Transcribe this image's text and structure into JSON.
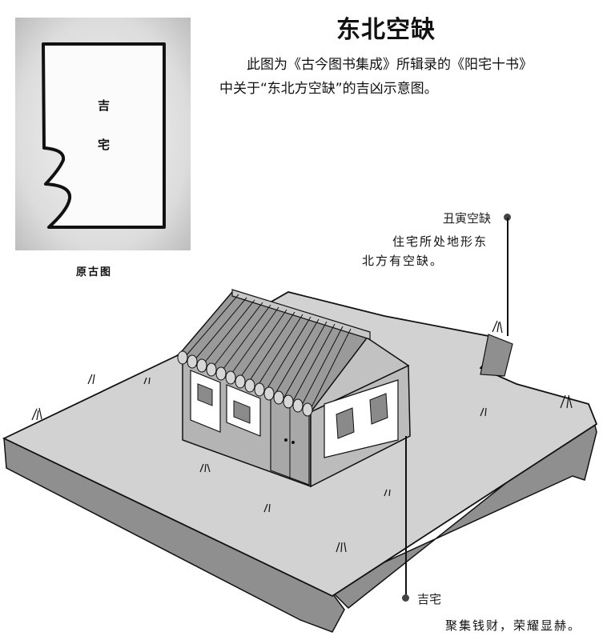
{
  "page": {
    "title": "东北空缺",
    "intro_line1": "此图为《古今图书集成》所辑录的《阳宅十书》",
    "intro_line2": "中关于“东北方空缺”的吉凶示意图。"
  },
  "original_diagram": {
    "label_char1": "吉",
    "label_char2": "宅",
    "caption": "原古图"
  },
  "callouts": [
    {
      "title": "丑寅空缺",
      "body_line1": "住宅所处地形东",
      "body_line2": "北方有空缺。"
    },
    {
      "title": "吉宅",
      "body": "聚集钱财，荣耀显赫。"
    }
  ],
  "colors": {
    "ground": "#d2d2d2",
    "cliff": "#8f8f8f",
    "roof": "#9a9a9a",
    "wall": "#b4b4b4",
    "ink": "#111111"
  }
}
